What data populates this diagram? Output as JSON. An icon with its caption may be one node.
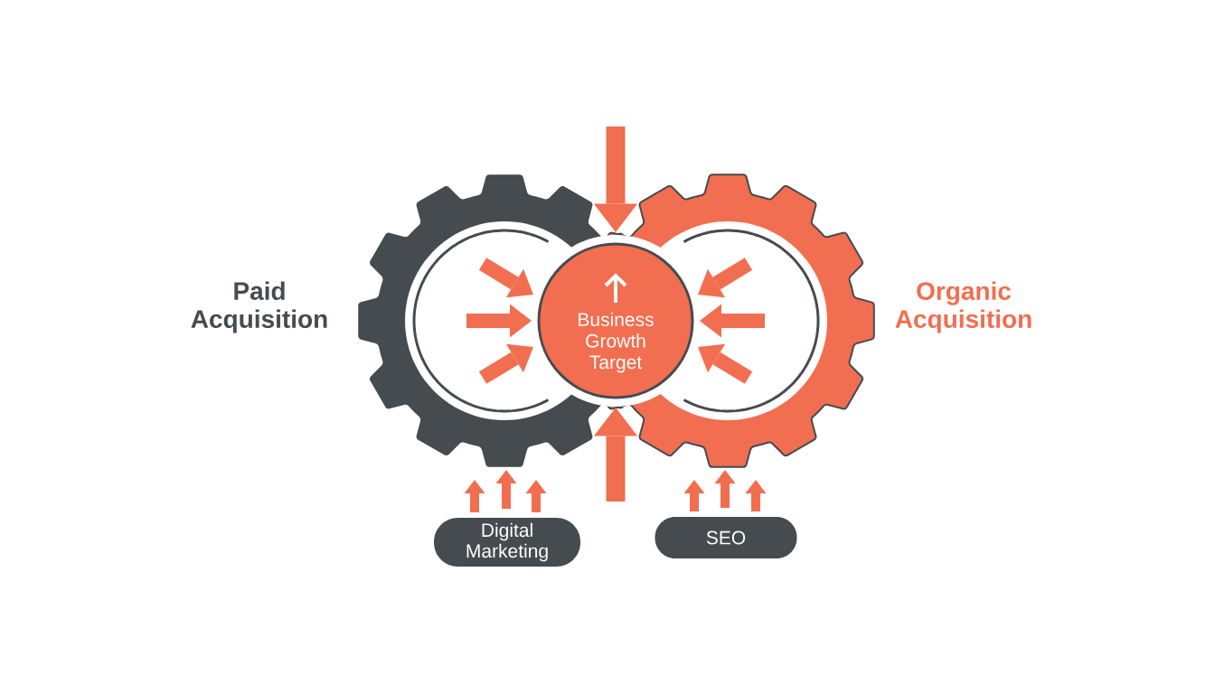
{
  "diagram": {
    "nodes": [
      {
        "text": [
          "Paid Acquisition"
        ]
      },
      {
        "text": [
          "Organic Acquisition"
        ]
      },
      {
        "text": [
          "Business Growth Target"
        ]
      },
      {
        "text": [
          "Digital Marketing"
        ]
      },
      {
        "text": [
          "SEO"
        ]
      }
    ],
    "edges": [
      {
        "from": null,
        "to": 2,
        "arrow": "to"
      },
      {
        "from": null,
        "to": 2,
        "arrow": "to"
      },
      {
        "from": 0,
        "to": 2,
        "arrow": "to"
      },
      {
        "from": 0,
        "to": 2,
        "arrow": "to"
      },
      {
        "from": 0,
        "to": 2,
        "arrow": "to"
      },
      {
        "from": 1,
        "to": 2,
        "arrow": "to"
      },
      {
        "from": 1,
        "to": 2,
        "arrow": "to"
      },
      {
        "from": 1,
        "to": 2,
        "arrow": "to"
      },
      {
        "from": 3,
        "to": 0,
        "arrow": "to"
      },
      {
        "from": 3,
        "to": 0,
        "arrow": "to"
      },
      {
        "from": 3,
        "to": 0,
        "arrow": "to"
      },
      {
        "from": 4,
        "to": 1,
        "arrow": "to"
      },
      {
        "from": 4,
        "to": 1,
        "arrow": "to"
      },
      {
        "from": 4,
        "to": 1,
        "arrow": "to"
      }
    ]
  }
}
